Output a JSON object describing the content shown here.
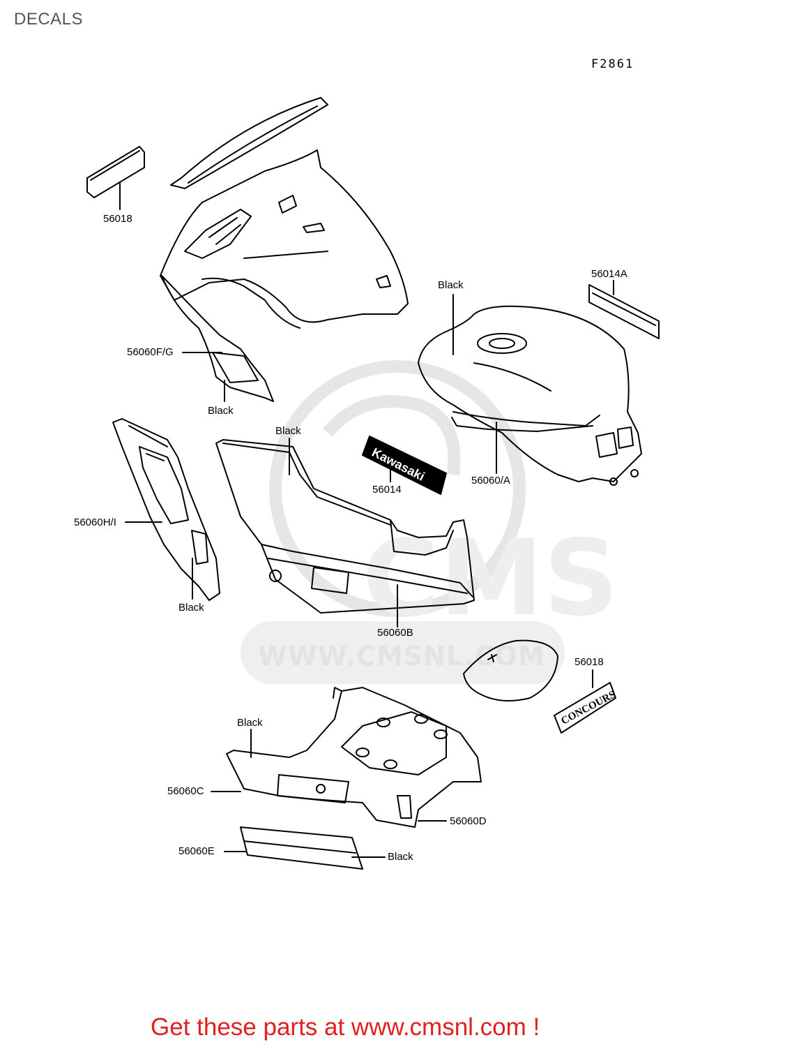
{
  "page": {
    "title": "DECALS",
    "figure_code": "F2861"
  },
  "watermark": {
    "text": "WWW.CMSNL.COM",
    "logo_text": "CMS"
  },
  "footer": {
    "link_text": "Get these parts at www.cmsnl.com !"
  },
  "parts": {
    "p56018_top": "56018",
    "p56014A": "56014A",
    "p56060FG": "56060F/G",
    "p56014": "56014",
    "p56060A": "56060/A",
    "p56060HI": "56060H/I",
    "p56060B": "56060B",
    "p56018_seat": "56018",
    "p56060C": "56060C",
    "p56060D": "56060D",
    "p56060E": "56060E"
  },
  "colors": {
    "black_tank": "Black",
    "black_fairing": "Black",
    "black_sidecover": "Black",
    "black_lowercowl": "Black",
    "black_tail": "Black",
    "black_tailstrip": "Black"
  },
  "decal_text": {
    "kawasaki": "Kawasaki",
    "concours": "CONCOURS"
  }
}
